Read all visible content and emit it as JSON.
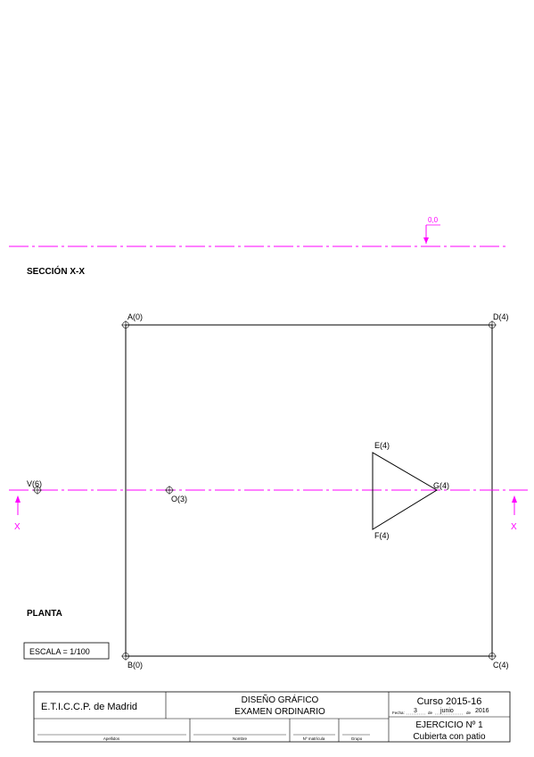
{
  "section": {
    "title": "SECCIÓN X-X",
    "level_label": "0,0"
  },
  "plan": {
    "title": "PLANTA",
    "scale": "ESCALA = 1/100",
    "points": {
      "A": "A(0)",
      "B": "B(0)",
      "C": "C(4)",
      "D": "D(4)",
      "E": "E(4)",
      "F": "F(4)",
      "G": "G(4)",
      "O": "O(3)",
      "V": "V(6)"
    },
    "cut_left": "X",
    "cut_right": "X"
  },
  "title_block": {
    "school": "E.T.I.C.C.P. de Madrid",
    "subject_line1": "DISEÑO GRÁFICO",
    "subject_line2": "EXAMEN ORDINARIO",
    "course": "Curso 2015-16",
    "date_label": "Fecha:",
    "date_day": "3",
    "date_de1": "de",
    "date_month": "junio",
    "date_de2": "de",
    "date_year": "2016",
    "exercise": "EJERCICIO Nº 1",
    "exercise_title": "Cubierta con patio",
    "field_surname": "Apellidos",
    "field_name": "Nombre",
    "field_id": "Nº matrícula",
    "field_group": "Grupo"
  },
  "colors": {
    "axis": "#ff00ff",
    "lines": "#000000"
  }
}
